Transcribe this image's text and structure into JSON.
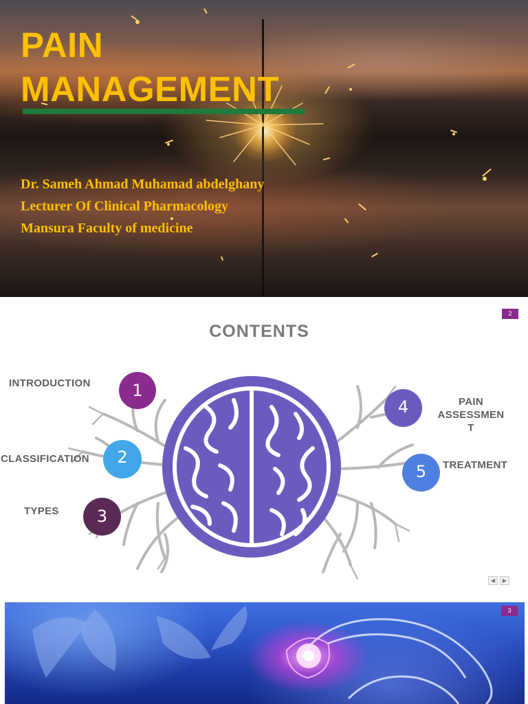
{
  "slide1": {
    "title_lines": [
      "PAIN",
      "MANAGEMENT"
    ],
    "author_lines": [
      "Dr. Sameh Ahmad Muhamad abdelghany",
      "Lecturer Of Clinical Pharmacology",
      "Mansura Faculty of medicine"
    ],
    "colors": {
      "title": "#ffc000",
      "rule": "#1f7a3b"
    }
  },
  "slide2": {
    "slide_number": "2",
    "heading": "CONTENTS",
    "items": [
      {
        "number": "1",
        "label": "INTRODUCTION",
        "color": "#8b2a8f"
      },
      {
        "number": "2",
        "label": "CLASSIFICATION",
        "color": "#41a7e8"
      },
      {
        "number": "3",
        "label": "TYPES",
        "color": "#5a2a55"
      },
      {
        "number": "4",
        "label": "PAIN ASSESSMEN T",
        "label_lines": [
          "PAIN",
          "ASSESSMEN",
          "T"
        ],
        "color": "#6a5cbf"
      },
      {
        "number": "5",
        "label": "TREATMENT",
        "color": "#4f7fe0"
      }
    ],
    "nav": {
      "prev_icon": "triangle-left-icon",
      "next_icon": "triangle-right-icon",
      "prev": "◀",
      "next": "▶"
    },
    "colors": {
      "brain": "#6a5cbf",
      "branches": "#b8b8b8"
    }
  },
  "slide3": {
    "slide_number": "3"
  }
}
